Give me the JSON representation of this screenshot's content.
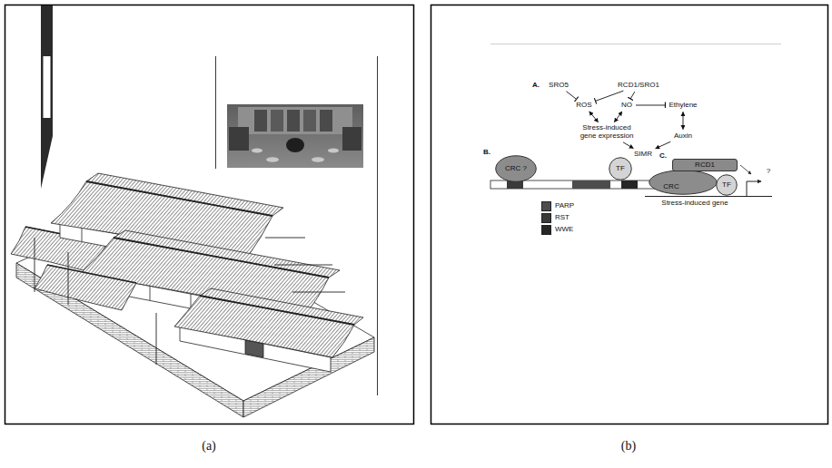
{
  "diagram": {
    "nodes": [
      {
        "text": [
          "SRO5"
        ]
      },
      {
        "text": [
          "RCD1/SRO1"
        ]
      },
      {
        "text": [
          "ROS"
        ]
      },
      {
        "text": [
          "NO"
        ]
      },
      {
        "text": [
          "Ethylene"
        ]
      },
      {
        "text": [
          "Stress-induced gene expression"
        ]
      },
      {
        "text": [
          "Auxin"
        ]
      },
      {
        "text": [
          "SIMR"
        ]
      },
      {
        "text": [
          "CRC ?"
        ]
      },
      {
        "text": [
          "TF"
        ]
      },
      {
        "text": [
          "RCD1"
        ]
      },
      {
        "text": [
          "CRC"
        ]
      },
      {
        "text": [
          "TF"
        ]
      }
    ],
    "edges": [
      {
        "from": 0,
        "to": 2,
        "arrow": "to"
      },
      {
        "from": 1,
        "to": 2,
        "arrow": "to"
      },
      {
        "from": 1,
        "to": 3,
        "arrow": "to"
      },
      {
        "from": 2,
        "to": 5,
        "arrow": "both"
      },
      {
        "from": 3,
        "to": 5,
        "arrow": "both"
      },
      {
        "from": 3,
        "to": 4,
        "arrow": "to"
      },
      {
        "from": 4,
        "to": 6,
        "arrow": "both"
      },
      {
        "from": 5,
        "to": 7,
        "arrow": "to"
      },
      {
        "from": 6,
        "to": 7,
        "arrow": "to"
      }
    ],
    "labels": [
      "A.",
      "B.",
      "C.",
      "Stress-induced gene",
      "?",
      "(a)",
      "(b)"
    ],
    "legend": [
      {
        "text": "PARP",
        "color": "#4d4d4d"
      },
      {
        "text": "RST",
        "color": "#3a3a3a"
      },
      {
        "text": "WWE",
        "color": "#262626"
      }
    ]
  }
}
